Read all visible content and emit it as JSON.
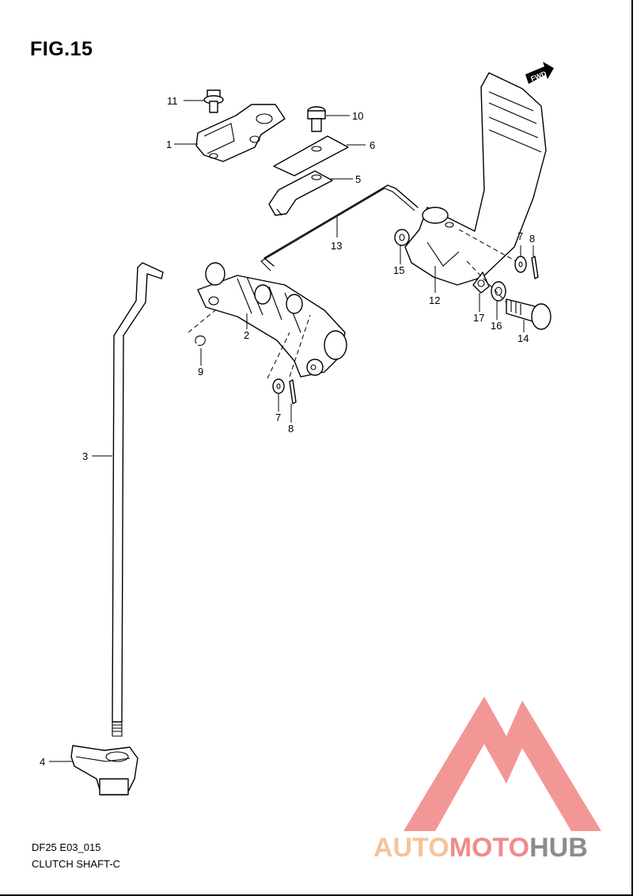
{
  "figure": {
    "title": "FIG.15"
  },
  "caption": {
    "model_code": "DF25 E03_015",
    "name": "CLUTCH SHAFT-C"
  },
  "fwd_label": "FWD",
  "callouts": {
    "c1": "1",
    "c2": "2",
    "c3": "3",
    "c4": "4",
    "c5": "5",
    "c6": "6",
    "c7a": "7",
    "c8a": "8",
    "c7b": "7",
    "c8b": "8",
    "c9": "9",
    "c10": "10",
    "c11": "11",
    "c12": "12",
    "c13": "13",
    "c14": "14",
    "c15": "15",
    "c16": "16",
    "c17": "17"
  },
  "watermark": {
    "part1": "AUTO",
    "part2": "MOTO",
    "part3": "HUB",
    "colors": {
      "auto": "#f5c49a",
      "moto": "#f28b8b",
      "hub": "#8c8c8c",
      "logo": "#f28b8b"
    }
  }
}
